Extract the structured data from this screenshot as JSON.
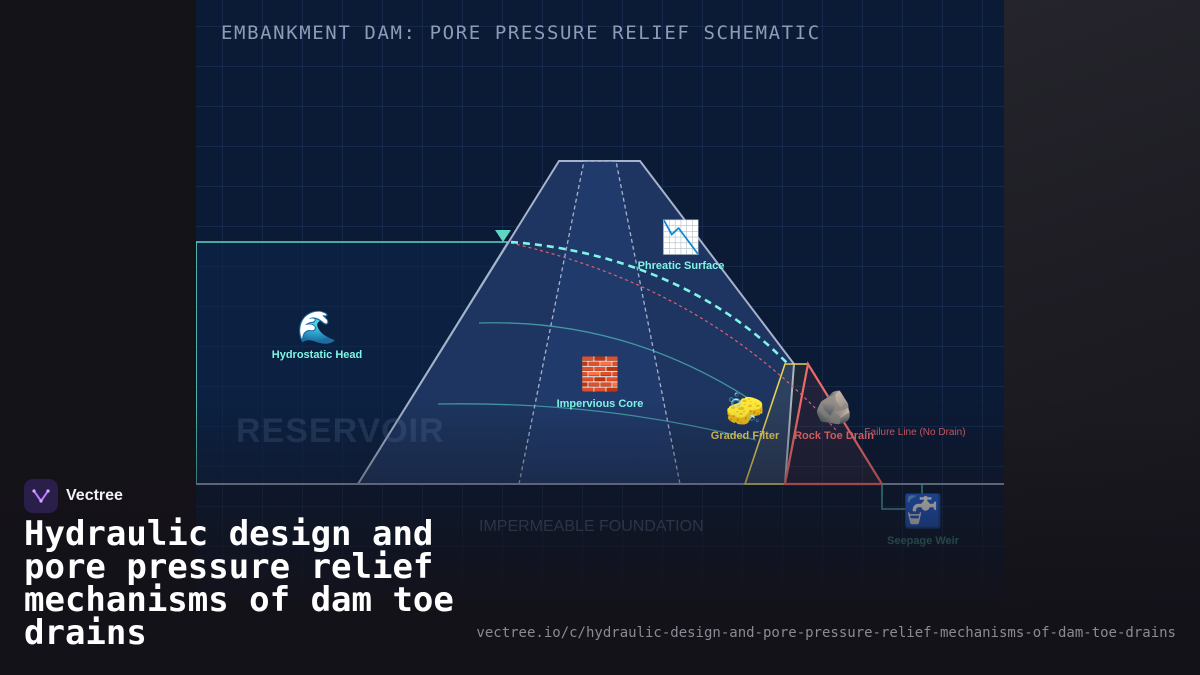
{
  "diagram": {
    "title": "EMBANKMENT DAM: PORE PRESSURE RELIEF SCHEMATIC",
    "reservoir_label": "RESERVOIR",
    "foundation_label": "IMPERMEABLE FOUNDATION",
    "labels": {
      "hydrostatic_head": "Hydrostatic Head",
      "impervious_core": "Impervious Core",
      "phreatic_surface": "Phreatic Surface",
      "graded_filter": "Graded Filter",
      "rock_toe_drain": "Rock Toe Drain",
      "failure_line": "Failure Line (No Drain)",
      "seepage_weir": "Seepage Weir"
    },
    "icons": {
      "hydrostatic_head": "🌊",
      "impervious_core": "🧱",
      "phreatic_surface": "📉",
      "graded_filter": "🧽",
      "rock_toe_drain": "🪨",
      "seepage_weir": "🚰"
    },
    "colors": {
      "water_line": "#5fd6c4",
      "phreatic": "#7ff5e6",
      "failure_line": "#e0606a",
      "filter": "#e6cf5a",
      "toe_drain": "#ee6a6a",
      "dam_outline": "#a7b2cc"
    }
  },
  "brand": {
    "name": "Vectree"
  },
  "headline": "Hydraulic design and pore pressure relief mechanisms of dam toe drains",
  "url": "vectree.io/c/hydraulic-design-and-pore-pressure-relief-mechanisms-of-dam-toe-drains"
}
